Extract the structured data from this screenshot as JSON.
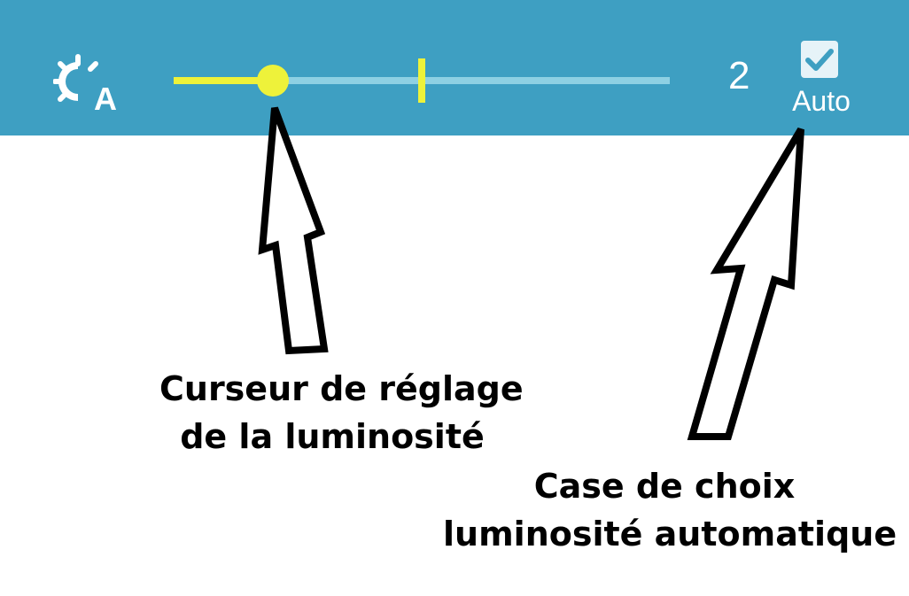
{
  "colors": {
    "bar_background": "#3e9fc2",
    "slider_active": "#eef23a",
    "slider_track": "#8ed0e3",
    "foreground": "#ffffff",
    "checkbox_fill": "#e6f3f8",
    "checkmark": "#3e9fc2",
    "annotation_text": "#000000"
  },
  "brightness_bar": {
    "icon": "auto-brightness-icon",
    "icon_letter": "A",
    "slider": {
      "value_fraction": 0.2,
      "marker_fraction": 0.5
    },
    "level_value": "2",
    "auto_checkbox": {
      "checked": true,
      "icon": "checkmark-icon",
      "label": "Auto"
    }
  },
  "annotations": {
    "slider_caption": {
      "line1": "Curseur de réglage",
      "line2": "de la luminosité"
    },
    "auto_caption": {
      "line1": "Case de choix",
      "line2": "luminosité automatique"
    }
  }
}
